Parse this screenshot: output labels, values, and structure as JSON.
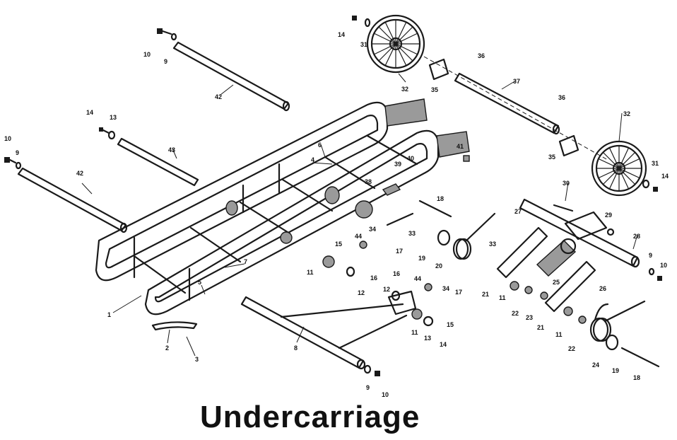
{
  "title": "Undercarriage",
  "callouts": {
    "c1": "1",
    "c2": "2",
    "c3": "3",
    "c4": "4",
    "c5": "5",
    "c6": "6",
    "c7": "7",
    "c8": "8",
    "c9a": "9",
    "c9b": "9",
    "c9c": "9",
    "c9d": "9",
    "c10a": "10",
    "c10b": "10",
    "c10c": "10",
    "c10d": "10",
    "c11a": "11",
    "c11b": "11",
    "c11c": "11",
    "c11d": "11",
    "c12a": "12",
    "c12b": "12",
    "c13a": "13",
    "c13b": "13",
    "c14a": "14",
    "c14b": "14",
    "c14c": "14",
    "c14d": "14",
    "c15a": "15",
    "c15b": "15",
    "c16a": "16",
    "c16b": "16",
    "c17a": "17",
    "c17b": "17",
    "c18a": "18",
    "c18b": "18",
    "c19a": "19",
    "c19b": "19",
    "c20": "20",
    "c21a": "21",
    "c21b": "21",
    "c22a": "22",
    "c22b": "22",
    "c23": "23",
    "c24": "24",
    "c25": "25",
    "c26": "26",
    "c27": "27",
    "c28": "28",
    "c29": "29",
    "c30": "30",
    "c31a": "31",
    "c31b": "31",
    "c32a": "32",
    "c32b": "32",
    "c33a": "33",
    "c33b": "33",
    "c34a": "34",
    "c34b": "34",
    "c35a": "35",
    "c35b": "35",
    "c36a": "36",
    "c36b": "36",
    "c37": "37",
    "c38": "38",
    "c39": "39",
    "c40": "40",
    "c41": "41",
    "c42a": "42",
    "c42b": "42",
    "c43": "43",
    "c44a": "44",
    "c44b": "44"
  }
}
